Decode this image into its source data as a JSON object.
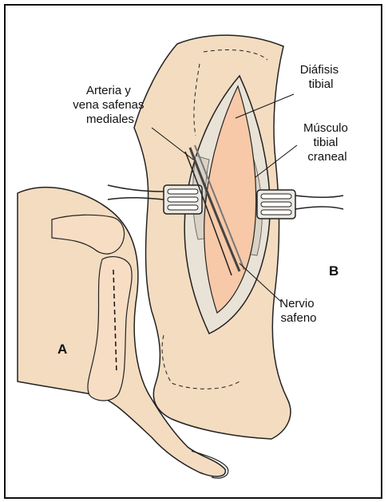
{
  "labels": {
    "arteria": [
      "Arteria y",
      "vena safenas",
      "mediales"
    ],
    "diafisis": [
      "Diáfisis",
      "tibial"
    ],
    "musculo": [
      "Músculo",
      "tibial",
      "craneal"
    ],
    "nervio": [
      "Nervio",
      "safeno"
    ],
    "panel_a": "A",
    "panel_b": "B"
  },
  "colors": {
    "skin": "#f3dcc0",
    "bone": "#f7ddc4",
    "outline": "#222222",
    "frame": "#111111"
  }
}
